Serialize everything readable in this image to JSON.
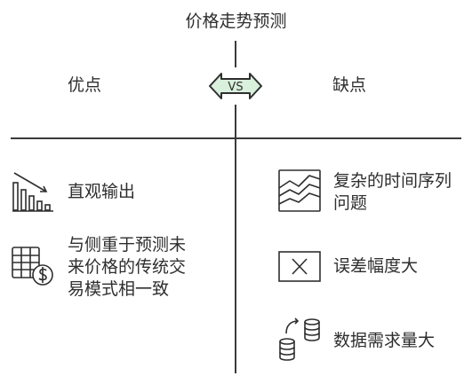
{
  "title": "价格走势预测",
  "vs": "VS",
  "pros": {
    "header": "优点",
    "items": [
      "直观输出",
      [
        "与侧重于预测未",
        "来价格的传统交",
        "易模式相一致"
      ]
    ]
  },
  "cons": {
    "header": "缺点",
    "items": [
      [
        "复杂的时间序列",
        "问题"
      ],
      "误差幅度大",
      "数据需求量大"
    ]
  },
  "colors": {
    "vs_badge_fill": "#d9f0dc",
    "line": "#3a3a3a",
    "text": "#2e2e2e"
  },
  "icons": [
    "declining-bar-chart-icon",
    "spreadsheet-dollar-icon",
    "multi-line-chart-icon",
    "close-x-icon",
    "database-transfer-icon"
  ]
}
